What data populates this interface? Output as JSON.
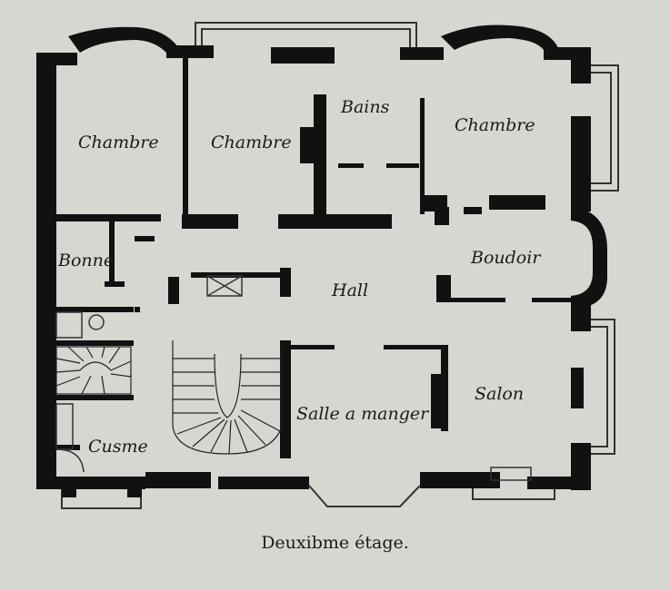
{
  "plan": {
    "caption": "Deuxibme étage.",
    "rooms": {
      "chambre_1": "Chambre",
      "chambre_2": "Chambre",
      "bains": "Bains",
      "chambre_3": "Chambre",
      "bonne": "Bonne",
      "hall": "Hall",
      "boudoir": "Boudoir",
      "salon": "Salon",
      "salle_a_manger": "Salle a manger",
      "cuisine": "Cusme"
    },
    "colors": {
      "paper": "#d7d7d2",
      "ink": "#111111",
      "label": "#1a1a1a"
    }
  }
}
